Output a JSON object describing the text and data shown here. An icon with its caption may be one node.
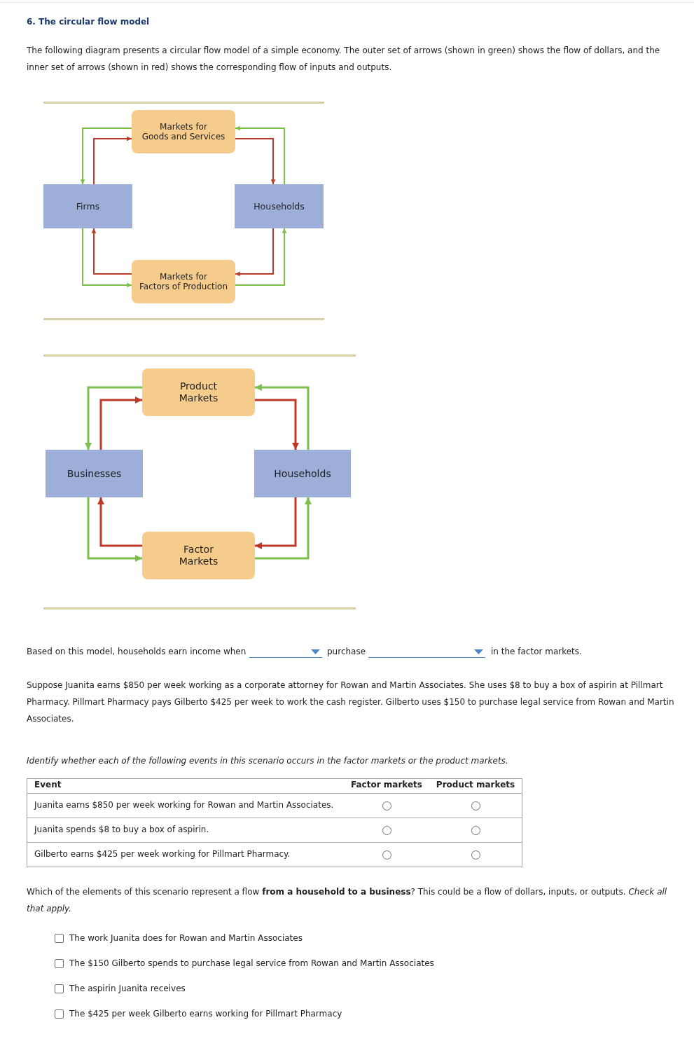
{
  "diagram": {
    "title": "6. The circular flow model",
    "nodes": [
      {
        "text": [
          "Markets for Goods and Services"
        ]
      },
      {
        "text": [
          "Firms"
        ]
      },
      {
        "text": [
          "Households"
        ]
      },
      {
        "text": [
          "Markets for Factors of Production"
        ]
      },
      {
        "text": [
          "Product Markets"
        ]
      },
      {
        "text": [
          "Businesses"
        ]
      },
      {
        "text": [
          "Households"
        ]
      },
      {
        "text": [
          "Factor Markets"
        ]
      }
    ],
    "edges": [
      {
        "from": 0,
        "to": 1,
        "arrow": "to",
        "color": "#7dbf4a"
      },
      {
        "from": 1,
        "to": 0,
        "arrow": "to",
        "color": "#bd3a2a"
      },
      {
        "from": 0,
        "to": 2,
        "arrow": "to",
        "color": "#bd3a2a"
      },
      {
        "from": 2,
        "to": 0,
        "arrow": "to",
        "color": "#7dbf4a"
      },
      {
        "from": 2,
        "to": 3,
        "arrow": "to",
        "color": "#bd3a2a"
      },
      {
        "from": 3,
        "to": 2,
        "arrow": "to",
        "color": "#7dbf4a"
      },
      {
        "from": 3,
        "to": 1,
        "arrow": "to",
        "color": "#bd3a2a"
      },
      {
        "from": 1,
        "to": 3,
        "arrow": "to",
        "color": "#7dbf4a"
      },
      {
        "from": 4,
        "to": 5,
        "arrow": "to",
        "color": "#7dbf4a"
      },
      {
        "from": 5,
        "to": 4,
        "arrow": "to",
        "color": "#bd3a2a"
      },
      {
        "from": 4,
        "to": 6,
        "arrow": "to",
        "color": "#bd3a2a"
      },
      {
        "from": 6,
        "to": 4,
        "arrow": "to",
        "color": "#7dbf4a"
      },
      {
        "from": 6,
        "to": 7,
        "arrow": "to",
        "color": "#bd3a2a"
      },
      {
        "from": 7,
        "to": 6,
        "arrow": "to",
        "color": "#7dbf4a"
      },
      {
        "from": 7,
        "to": 5,
        "arrow": "to",
        "color": "#bd3a2a"
      },
      {
        "from": 5,
        "to": 7,
        "arrow": "to",
        "color": "#7dbf4a"
      }
    ],
    "labels": [
      "The following diagram presents a circular flow model of a simple economy. The outer set of arrows (shown in green) shows the flow of dollars, and the inner set of arrows (shown in red) shows the corresponding flow of inputs and outputs.",
      "Based on this model, households earn income when",
      "purchase",
      "in the factor markets.",
      "Suppose Juanita earns $850 per week working as a corporate attorney for Rowan and Martin Associates. She uses $8 to buy a box of aspirin at Pillmart Pharmacy. Pillmart Pharmacy pays Gilberto $425 per week to work the cash register. Gilberto uses $150 to purchase legal service from Rowan and Martin Associates.",
      "Identify whether each of the following events in this scenario occurs in the factor markets or the product markets.",
      "Event",
      "Factor markets",
      "Product markets",
      "Juanita earns $850 per week working for Rowan and Martin Associates.",
      "Juanita spends $8 to buy a box of aspirin.",
      "Gilberto earns $425 per week working for Pillmart Pharmacy.",
      "Which of the elements of this scenario represent a flow **from a household to a business**? This could be a flow of dollars, inputs, or outputs. *Check all that apply.*",
      "The work Juanita does for Rowan and Martin Associates",
      "The $150 Gilberto spends to purchase legal service from Rowan and Martin Associates",
      "The aspirin Juanita receives",
      "The $425 per week Gilberto earns working for Pillmart Pharmacy"
    ]
  }
}
